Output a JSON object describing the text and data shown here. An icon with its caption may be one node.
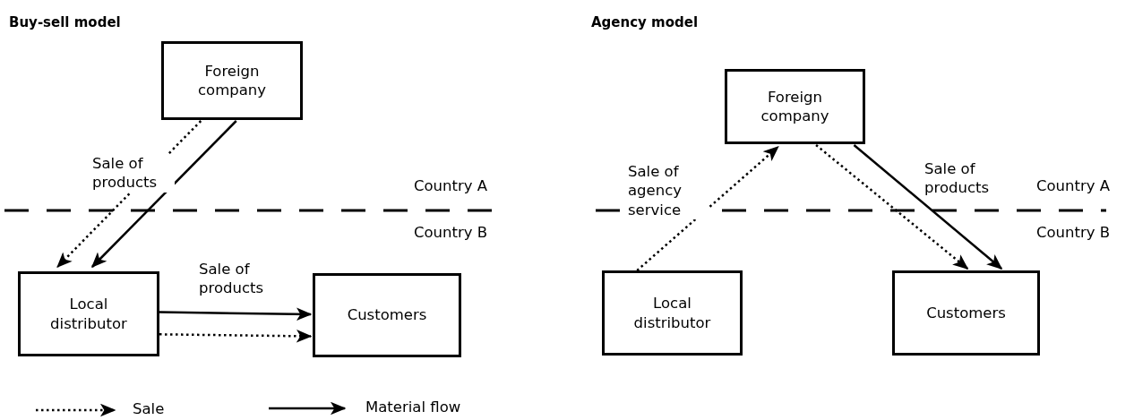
{
  "diagram": {
    "nodes": [
      {
        "text": [
          "Foreign company"
        ]
      },
      {
        "text": [
          "Local distributor"
        ]
      },
      {
        "text": [
          "Customers"
        ]
      },
      {
        "text": [
          "Foreign company"
        ]
      },
      {
        "text": [
          "Local distributor"
        ]
      },
      {
        "text": [
          "Customers"
        ]
      }
    ],
    "edges": [
      {
        "from": 0,
        "to": 1,
        "arrow": "to",
        "style": "dashed",
        "label": "Sale of products"
      },
      {
        "from": 0,
        "to": 1,
        "arrow": "to"
      },
      {
        "from": 1,
        "to": 2,
        "arrow": "to",
        "label": "Sale of products"
      },
      {
        "from": 1,
        "to": 2,
        "arrow": "to",
        "style": "dashed"
      },
      {
        "from": 4,
        "to": 3,
        "arrow": "to",
        "style": "dashed",
        "label": "Sale of agency service"
      },
      {
        "from": 3,
        "to": 5,
        "arrow": "to",
        "style": "dashed"
      },
      {
        "from": 3,
        "to": 5,
        "arrow": "to",
        "label": "Sale of products"
      }
    ],
    "labels": [
      "Buy-sell model",
      "Agency model",
      "Country A",
      "Country B",
      "Country A",
      "Country B"
    ],
    "legend": [
      {
        "text": "Sale"
      },
      {
        "text": "Material flow"
      }
    ]
  }
}
